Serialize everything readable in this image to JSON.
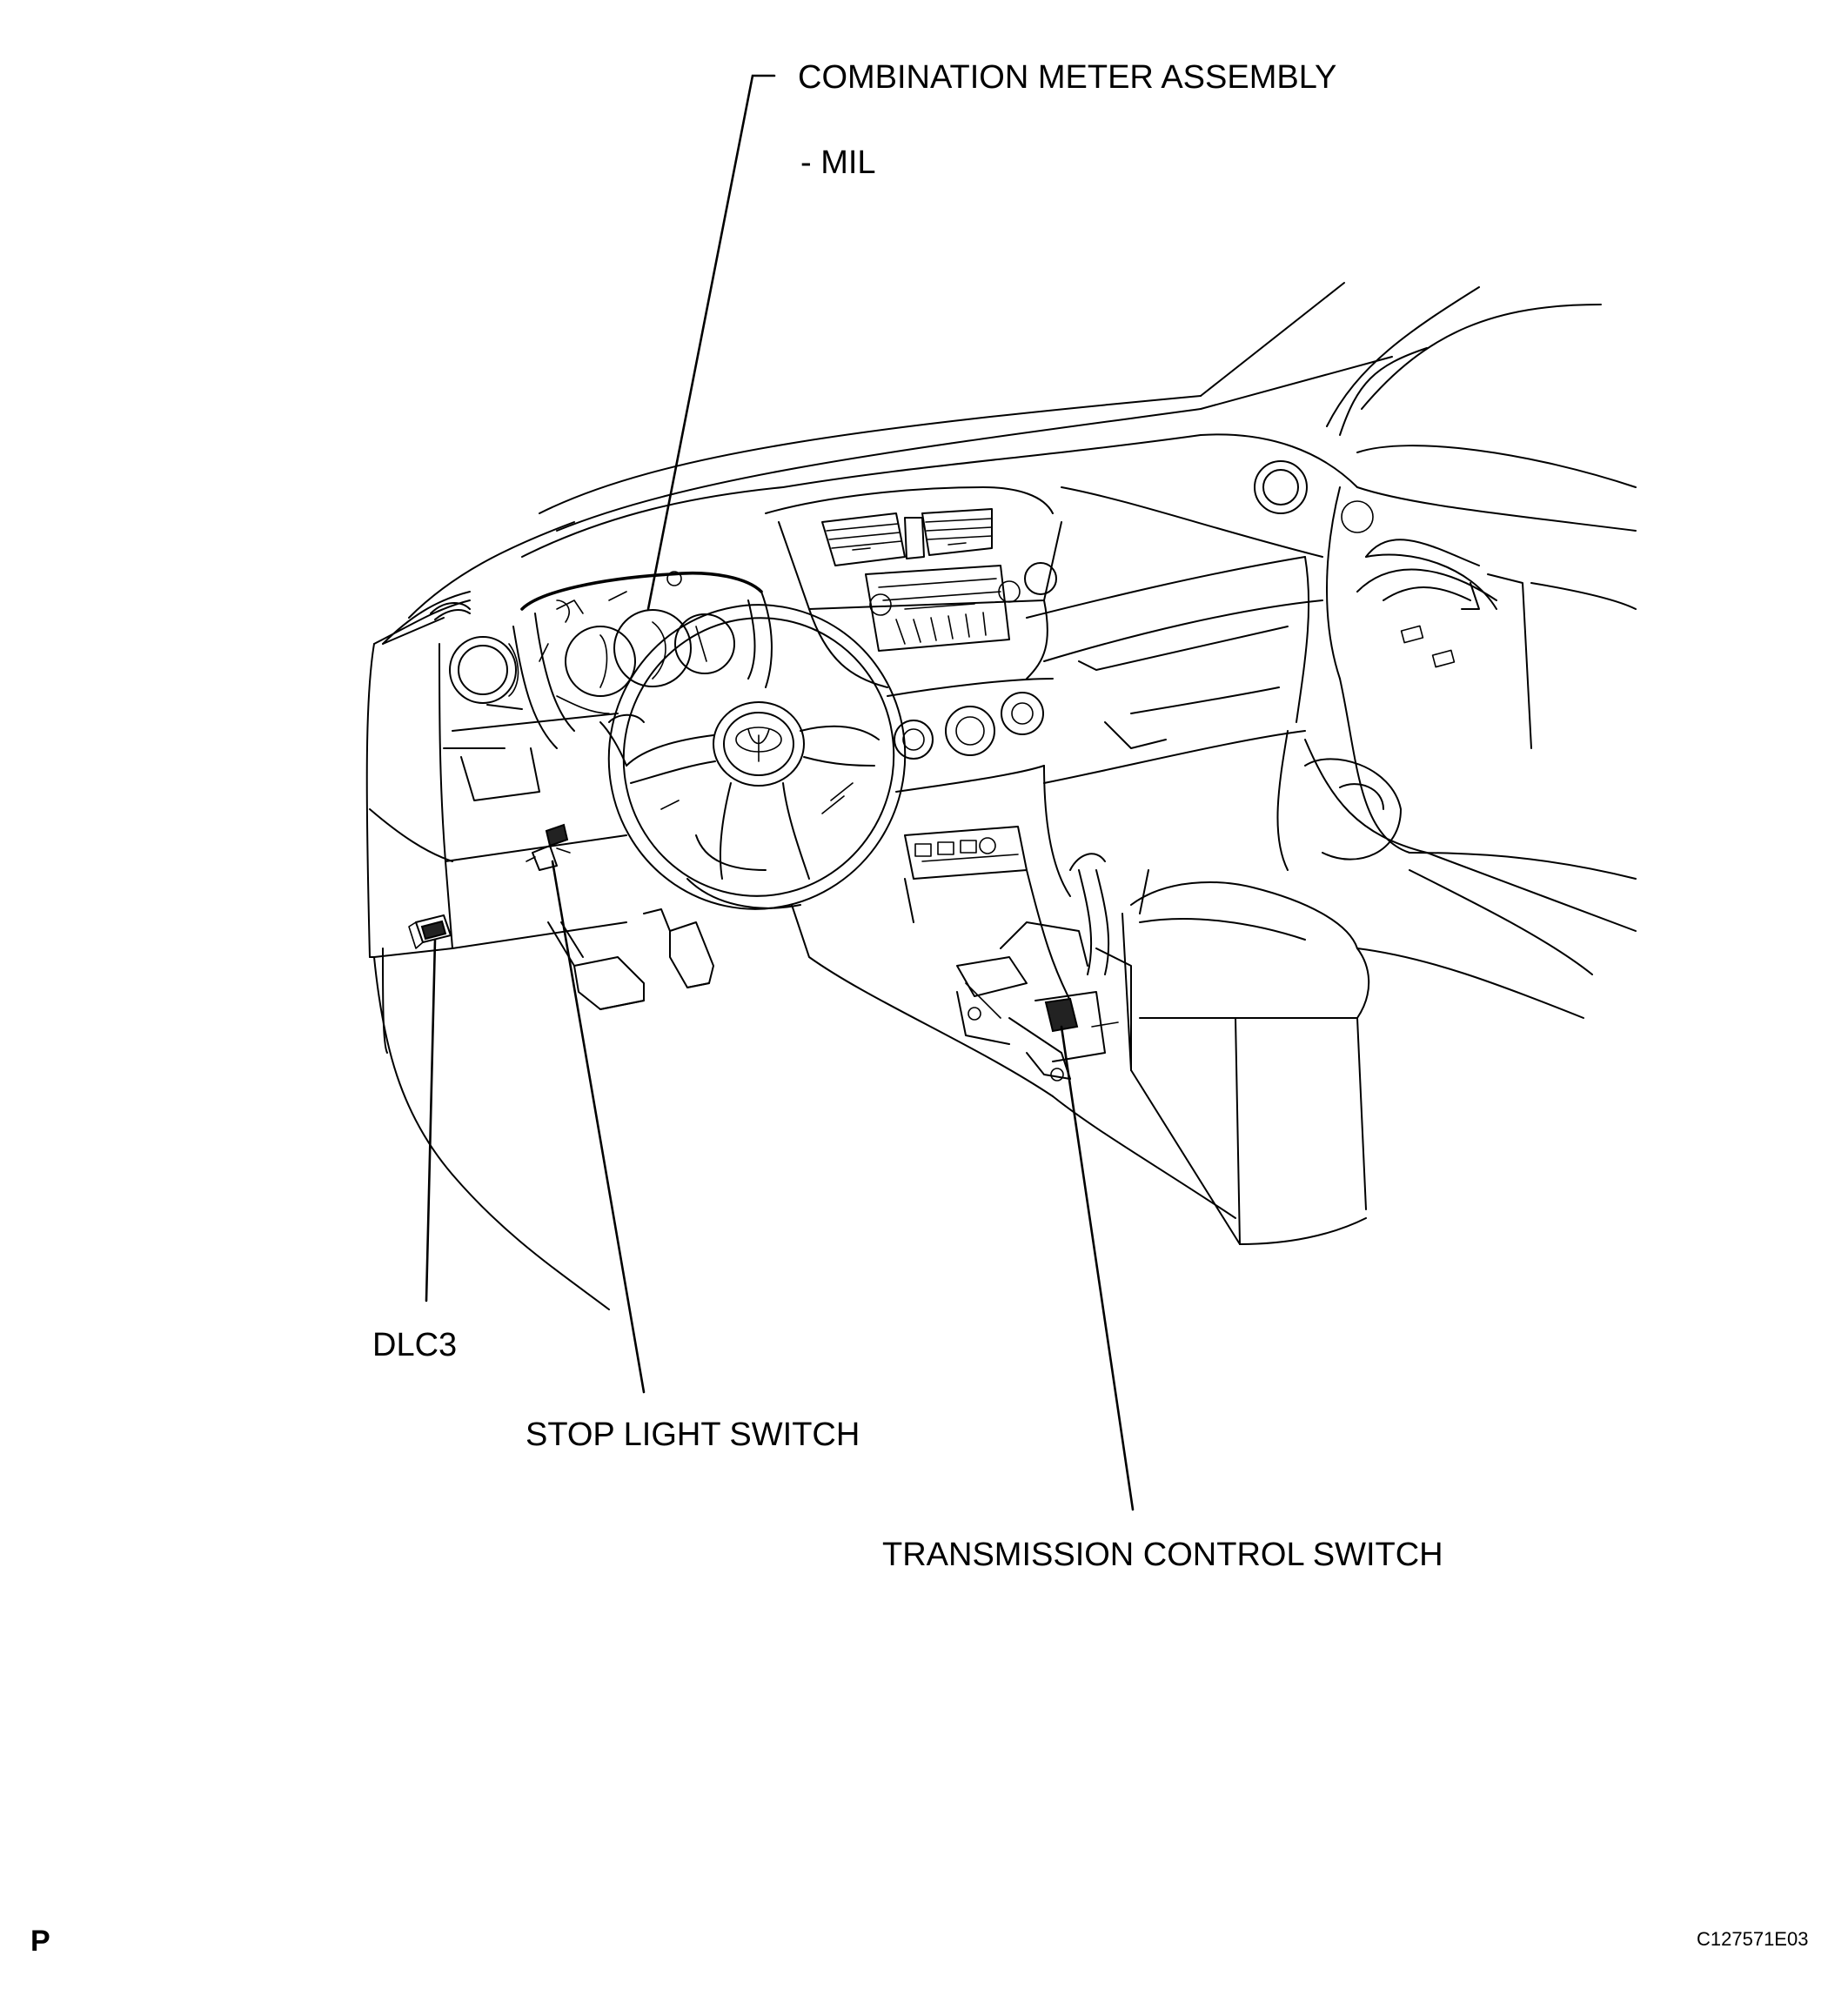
{
  "labels": {
    "combination_meter": "COMBINATION METER ASSEMBLY",
    "mil": "- MIL",
    "dlc3": "DLC3",
    "stop_light_switch": "STOP LIGHT SWITCH",
    "transmission_control_switch": "TRANSMISSION CONTROL SWITCH"
  },
  "footer": {
    "section_letter": "P",
    "figure_code": "C127571E03"
  },
  "colors": {
    "ink": "#000000",
    "background": "#ffffff"
  }
}
